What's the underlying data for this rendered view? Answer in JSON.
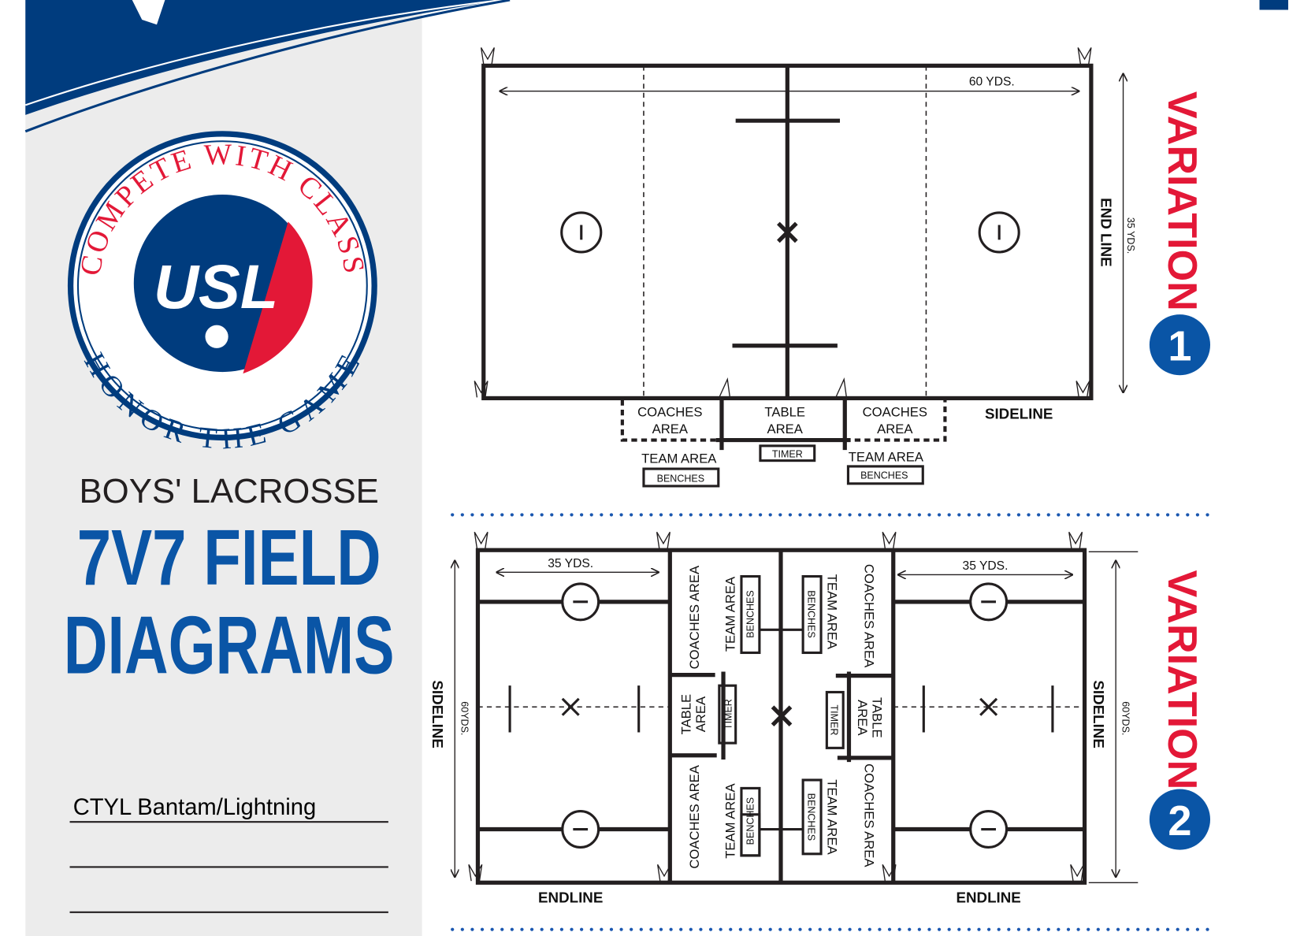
{
  "colors": {
    "brand_blue": "#003c7e",
    "accent_red": "#e31837",
    "panel_grey": "#ececec"
  },
  "logo": {
    "ring_top": "COMPETE WITH CLASS",
    "ring_bottom": "HONOR THE GAME",
    "center": "USL"
  },
  "cover": {
    "subtitle": "BOYS' LACROSSE",
    "title_line1": "7V7 FIELD",
    "title_line2": "DIAGRAMS",
    "team_name": "CTYL Bantam/Lightning"
  },
  "variation1": {
    "heading": "VARIATION",
    "number": "1",
    "length_label": "60 YDS.",
    "width_label": "35 YDS.",
    "end_line": "END LINE",
    "sideline": "SIDELINE",
    "coaches_area_line1": "COACHES",
    "coaches_area_line2": "AREA",
    "table_area_line1": "TABLE",
    "table_area_line2": "AREA",
    "timer": "TIMER",
    "team_area": "TEAM AREA",
    "benches": "BENCHES"
  },
  "variation2": {
    "heading": "VARIATION",
    "number": "2",
    "width_label": "35 YDS.",
    "length_label": "60YDS.",
    "sideline": "SIDELINE",
    "endline": "ENDLINE",
    "coaches_area": "COACHES AREA",
    "team_area": "TEAM AREA",
    "benches": "BENCHES",
    "table_area_line1": "TABLE",
    "table_area_line2": "AREA",
    "timer": "TIMER"
  }
}
